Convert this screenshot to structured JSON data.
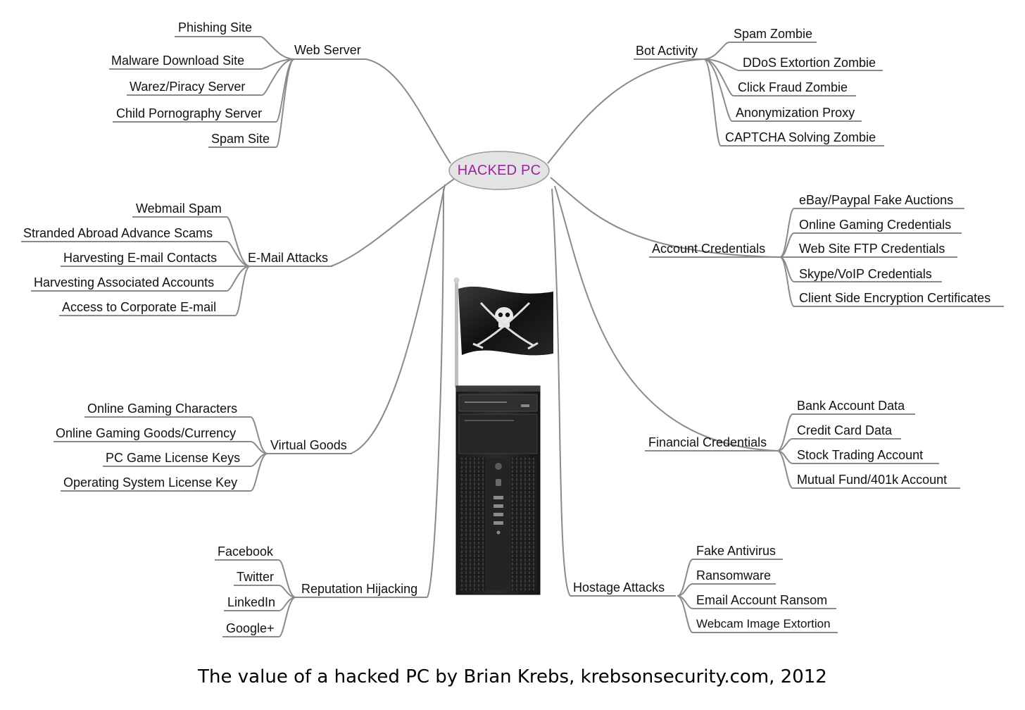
{
  "center": {
    "label": "HACKED PC"
  },
  "branches": {
    "web_server": {
      "label": "Web Server",
      "items": [
        "Phishing Site",
        "Malware Download Site",
        "Warez/Piracy Server",
        "Child Pornography Server",
        "Spam Site"
      ]
    },
    "email_attacks": {
      "label": "E-Mail Attacks",
      "items": [
        "Webmail Spam",
        "Stranded Abroad Advance Scams",
        "Harvesting E-mail Contacts",
        "Harvesting Associated Accounts",
        "Access to Corporate E-mail"
      ]
    },
    "virtual_goods": {
      "label": "Virtual Goods",
      "items": [
        "Online Gaming Characters",
        "Online Gaming Goods/Currency",
        "PC Game License Keys",
        "Operating System License Key"
      ]
    },
    "reputation_hijacking": {
      "label": "Reputation Hijacking",
      "items": [
        "Facebook",
        "Twitter",
        "LinkedIn",
        "Google+"
      ]
    },
    "bot_activity": {
      "label": "Bot Activity",
      "items": [
        "Spam Zombie",
        "DDoS Extortion Zombie",
        "Click Fraud Zombie",
        "Anonymization Proxy",
        "CAPTCHA Solving Zombie"
      ]
    },
    "account_credentials": {
      "label": "Account Credentials",
      "items": [
        "eBay/Paypal Fake Auctions",
        "Online Gaming Credentials",
        "Web Site FTP Credentials",
        "Skype/VoIP Credentials",
        "Client Side Encryption Certificates"
      ]
    },
    "financial_credentials": {
      "label": "Financial Credentials",
      "items": [
        "Bank Account Data",
        "Credit Card Data",
        "Stock Trading Account",
        "Mutual Fund/401k Account"
      ]
    },
    "hostage_attacks": {
      "label": "Hostage Attacks",
      "items": [
        "Fake Antivirus",
        "Ransomware",
        "Email Account Ransom",
        "Webcam Image Extortion"
      ]
    }
  },
  "caption": "The value of a hacked PC by Brian Krebs, krebsonsecurity.com, 2012",
  "colors": {
    "center_text": "#a020a0",
    "connector": "#8a8a8a",
    "ellipse_fill": "#e3e3e3"
  }
}
